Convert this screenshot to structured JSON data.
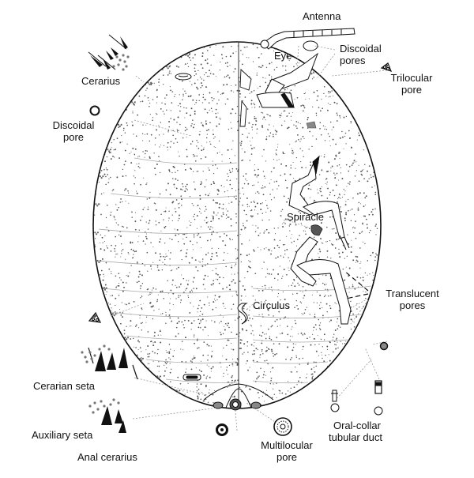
{
  "diagram": {
    "labels": {
      "antenna": "Antenna",
      "eye": "Eye",
      "discoidal_pores_1": "Discoidal",
      "discoidal_pores_2": "pores",
      "trilocular_pore_1": "Trilocular",
      "trilocular_pore_2": "pore",
      "cerarius": "Cerarius",
      "discoidal_pore_1": "Discoidal",
      "discoidal_pore_2": "pore",
      "spiracle": "Spiracle",
      "translucent_pores_1": "Translucent",
      "translucent_pores_2": "pores",
      "circulus": "Circulus",
      "cerarian_seta": "Cerarian seta",
      "auxiliary_seta": "Auxiliary seta",
      "anal_cerarius": "Anal cerarius",
      "multilocular_pore_1": "Multilocular",
      "multilocular_pore_2": "pore",
      "oral_collar_1": "Oral-collar",
      "oral_collar_2": "tubular duct"
    },
    "colors": {
      "ink": "#111111",
      "leader": "#888888",
      "stipple": "#444444",
      "background": "#ffffff"
    }
  }
}
